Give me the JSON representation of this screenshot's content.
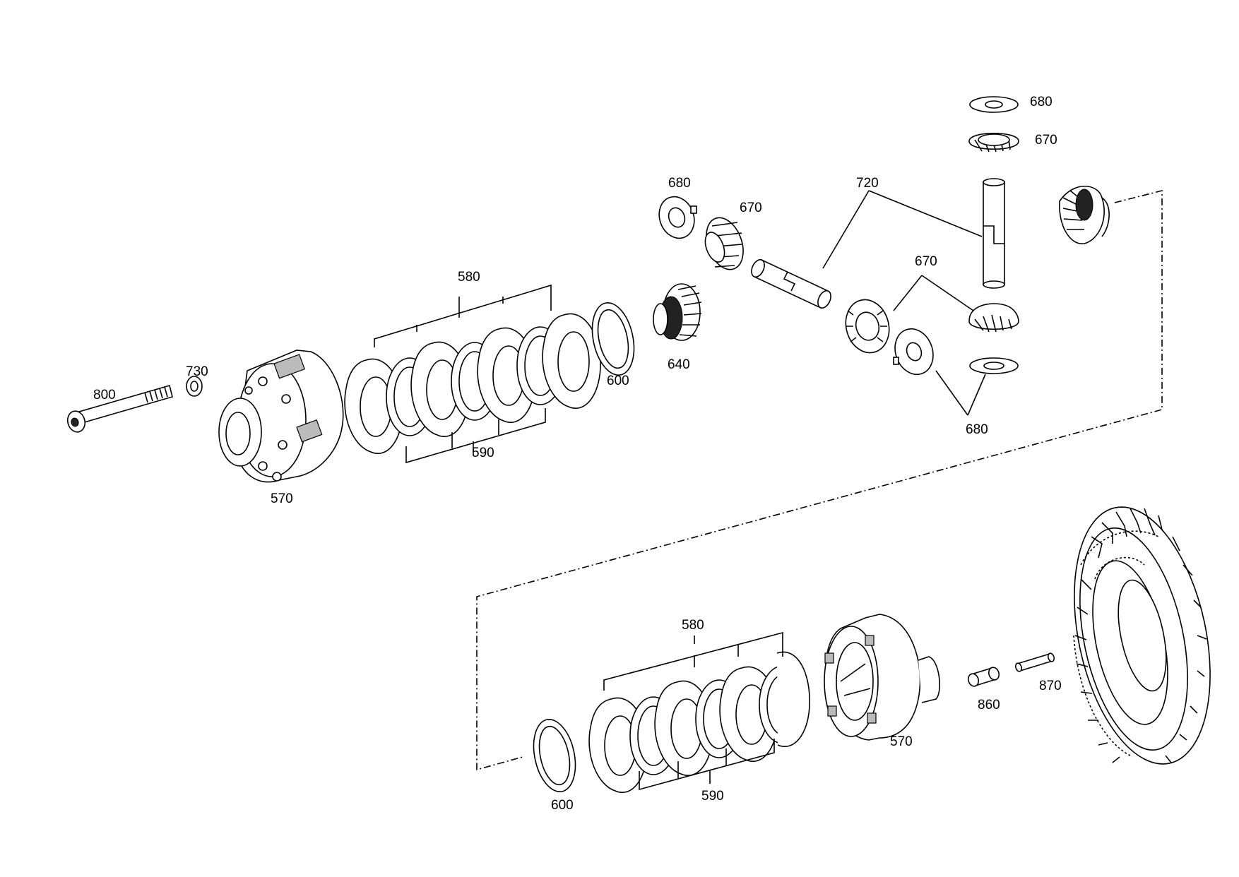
{
  "diagram": {
    "type": "exploded-parts-diagram",
    "labels": {
      "l800": "800",
      "l730": "730",
      "l570a": "570",
      "l580a": "580",
      "l590a": "590",
      "l600a": "600",
      "l640": "640",
      "l680a": "680",
      "l670a": "670",
      "l720": "720",
      "l670b": "670",
      "l680b": "680",
      "l670c": "670",
      "l680c": "680",
      "l580b": "580",
      "l590b": "590",
      "l600b": "600",
      "l570b": "570",
      "l860": "860",
      "l870": "870"
    }
  }
}
